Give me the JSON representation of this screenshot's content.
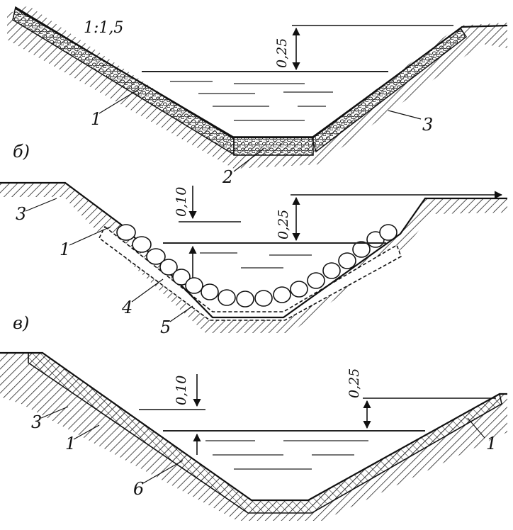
{
  "figure": {
    "slope_label": "1:1,5",
    "panel_a": {
      "dim_freeboard": "0,25",
      "callouts": {
        "c1": "1",
        "c2": "2",
        "c3": "3"
      }
    },
    "panel_b": {
      "letter": "б)",
      "dim_small": "0,10",
      "dim_freeboard": "0,25",
      "callouts": {
        "c3": "3",
        "c1": "1",
        "c4": "4",
        "c5": "5"
      }
    },
    "panel_c": {
      "letter": "в)",
      "dim_small": "0,10",
      "dim_freeboard": "0,25",
      "callouts": {
        "c3": "3",
        "c1_left": "1",
        "c6": "6",
        "c1_right": "1"
      }
    }
  }
}
